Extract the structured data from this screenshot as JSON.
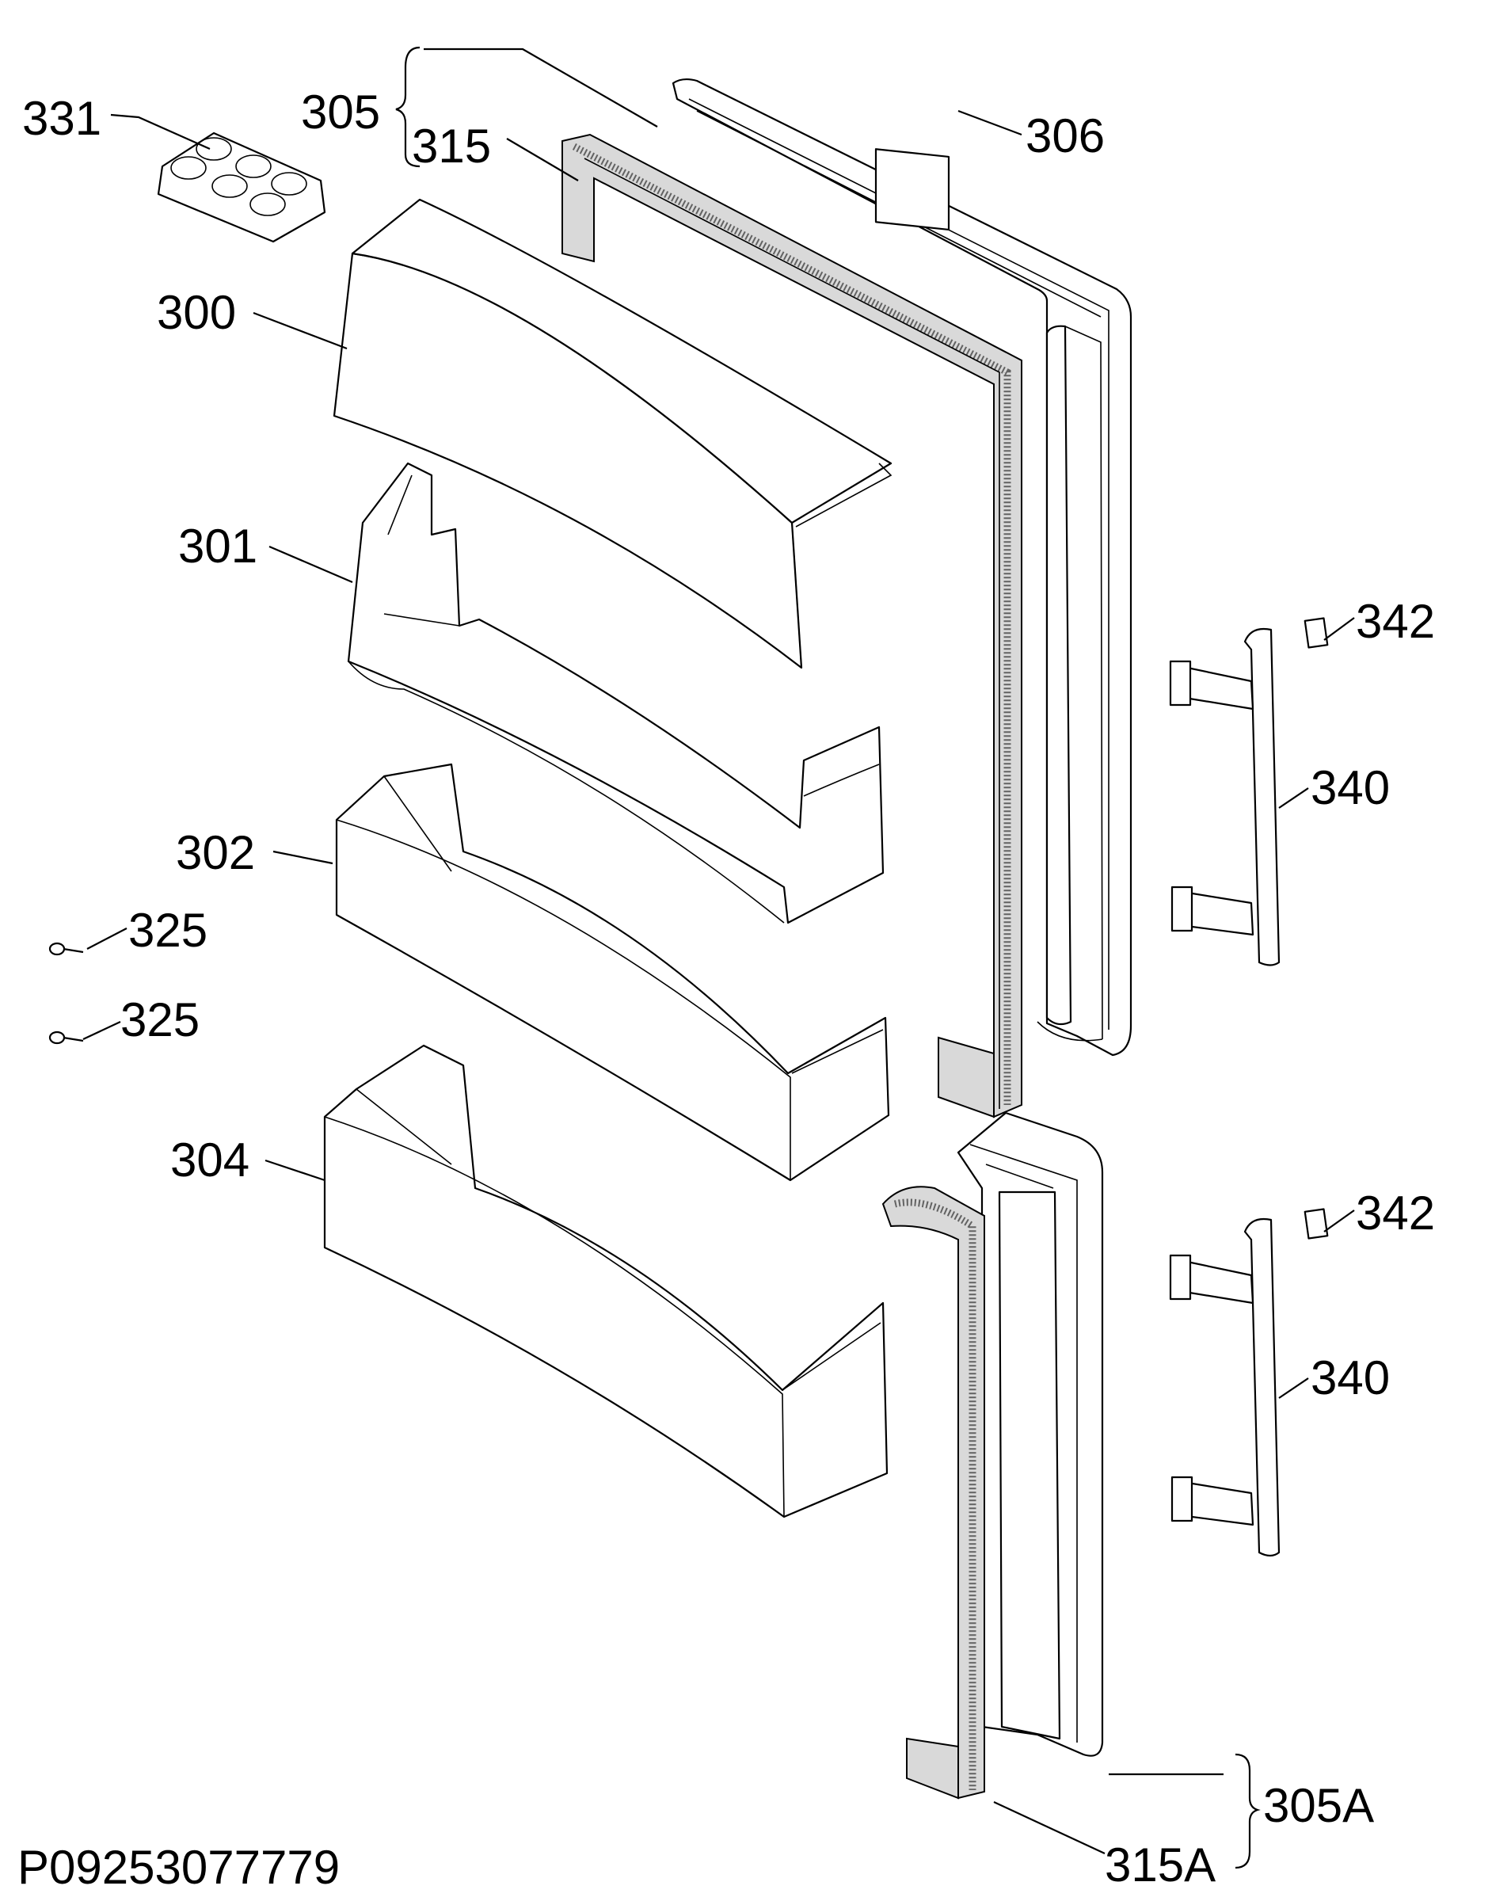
{
  "diagram_code": "P09253077779",
  "labels": {
    "p300": "300",
    "p301": "301",
    "p302": "302",
    "p304": "304",
    "p305": "305",
    "p305a": "305A",
    "p306": "306",
    "p315": "315",
    "p315a": "315A",
    "p325_top": "325",
    "p325_bottom": "325",
    "p331": "331",
    "p340_top": "340",
    "p340_bottom": "340",
    "p342_top": "342",
    "p342_bottom": "342"
  },
  "colors": {
    "line": "#000000",
    "background": "#ffffff",
    "gasket_fill": "#d9d9d9"
  }
}
